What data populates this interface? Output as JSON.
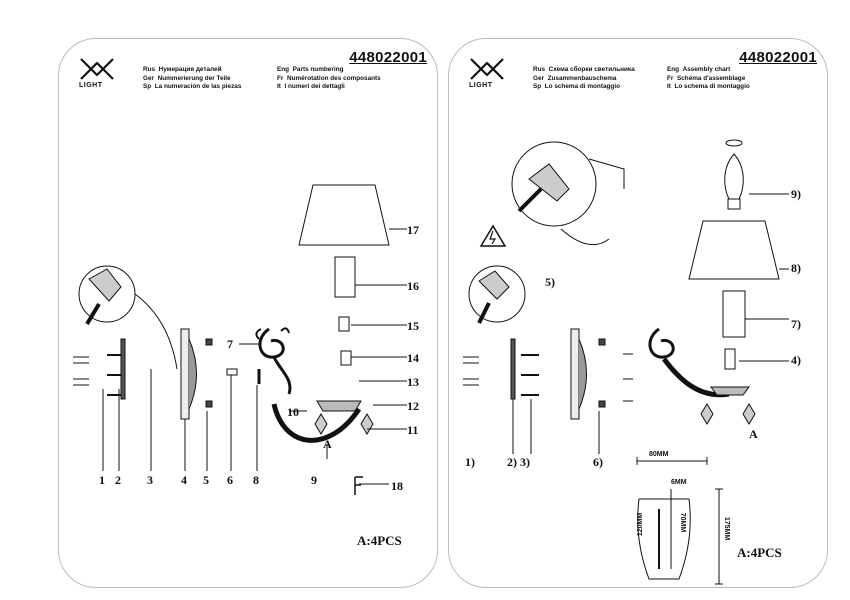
{
  "left": {
    "code": "448022001",
    "logo_text": "LIGHT",
    "headers": [
      {
        "lang": "Rus",
        "text": "Нумерация деталей"
      },
      {
        "lang": "Ger",
        "text": "Nummerierung der Teile"
      },
      {
        "lang": "Sp",
        "text": "La numeración de las piezas"
      },
      {
        "lang": "Eng",
        "text": "Parts numbering"
      },
      {
        "lang": "Fr",
        "text": "Numérotation des composants"
      },
      {
        "lang": "It",
        "text": "I numeri dei dettagli"
      }
    ],
    "callouts": [
      "1",
      "2",
      "3",
      "4",
      "5",
      "6",
      "7",
      "8",
      "9",
      "10",
      "11",
      "12",
      "13",
      "14",
      "15",
      "16",
      "17",
      "18"
    ],
    "detail_label": "A",
    "detail_F": "F",
    "qty_note": "A:4PCS"
  },
  "right": {
    "code": "448022001",
    "logo_text": "LIGHT",
    "headers": [
      {
        "lang": "Rus",
        "text": "Схема сборки светильника"
      },
      {
        "lang": "Ger",
        "text": "Zusammenbauschema"
      },
      {
        "lang": "Sp",
        "text": "Lo schema di montaggio"
      },
      {
        "lang": "Eng",
        "text": "Assembly chart"
      },
      {
        "lang": "Fr",
        "text": "Schéma d'assemblage"
      },
      {
        "lang": "It",
        "text": "Lo schema di montaggio"
      }
    ],
    "callouts": [
      "1)",
      "2) 3)",
      "4)",
      "5)",
      "6)",
      "7)",
      "8)",
      "9)"
    ],
    "detail_label": "A",
    "dimensions": [
      "80MM",
      "6MM",
      "70MM",
      "175MM",
      "120MM"
    ],
    "qty_note": "A:4PCS"
  }
}
